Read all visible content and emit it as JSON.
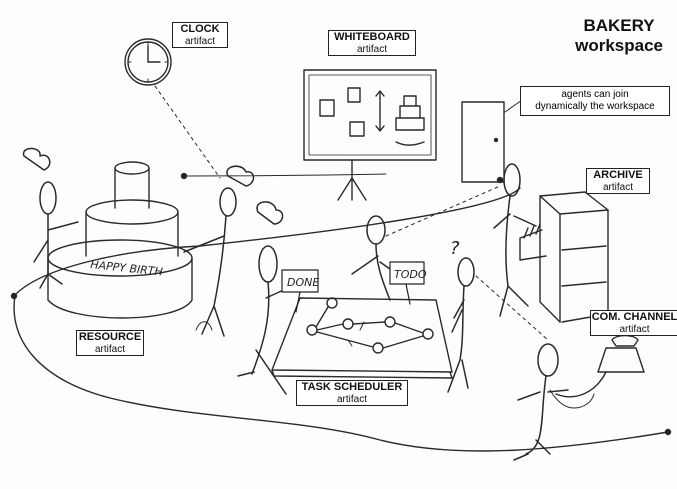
{
  "title": {
    "line1": "BAKERY",
    "line2": "workspace"
  },
  "labels": {
    "clock": {
      "name": "CLOCK",
      "kind": "artifact"
    },
    "whiteboard": {
      "name": "WHITEBOARD",
      "kind": "artifact"
    },
    "archive": {
      "name": "ARCHIVE",
      "kind": "artifact"
    },
    "resource": {
      "name": "RESOURCE",
      "kind": "artifact"
    },
    "task_scheduler": {
      "name": "TASK SCHEDULER",
      "kind": "artifact"
    },
    "com_channel": {
      "name": "COM. CHANNEL",
      "kind": "artifact"
    }
  },
  "note": {
    "line1": "agents can join",
    "line2": "dynamically the workspace"
  },
  "sketch_text": {
    "done": "DONE",
    "todo": "TODO",
    "cake": "HAPPY BIRTH",
    "question": "?"
  }
}
